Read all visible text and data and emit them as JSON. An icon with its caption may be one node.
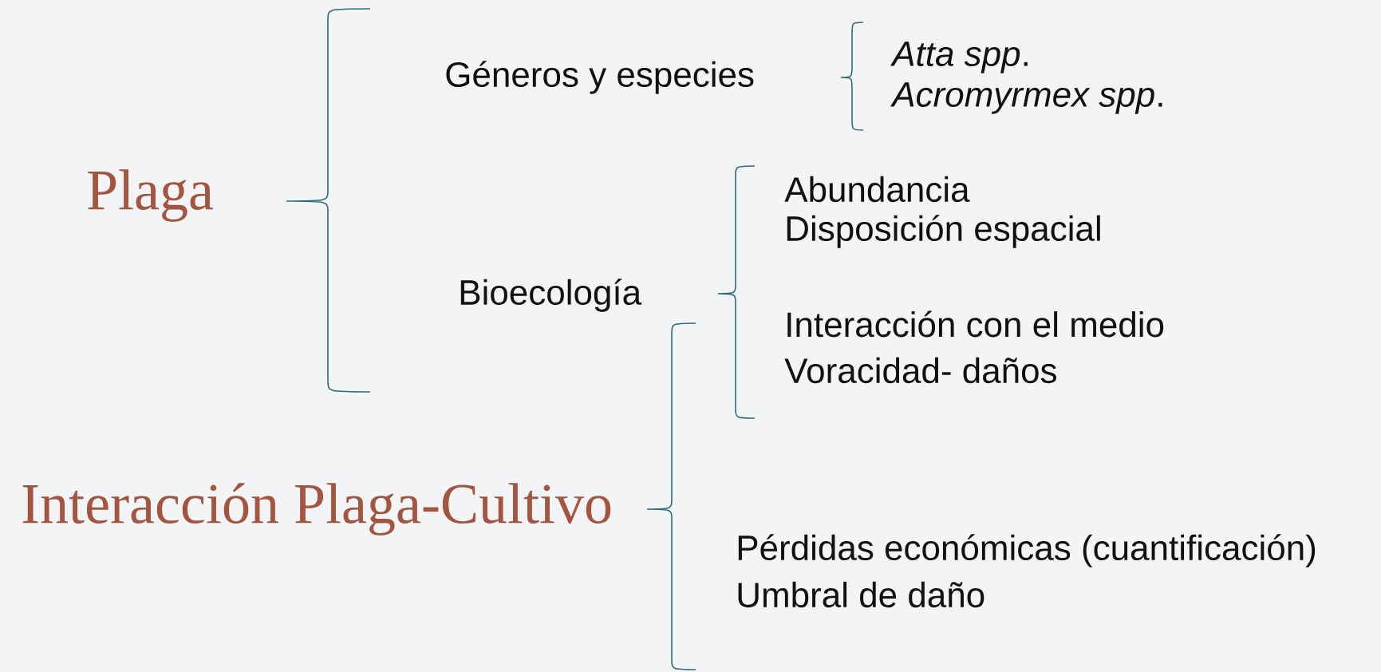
{
  "diagram": {
    "labels": [
      "Géneros y especies",
      "*Atta spp*.",
      "*Acromyrmex spp*.",
      "Plaga",
      "Abundancia",
      "Disposición espacial",
      "Bioecología",
      "Interacción con el medio",
      "Voracidad- daños",
      "Interacción Plaga-Cultivo",
      "Pérdidas económicas (cuantificación)",
      "Umbral de daño"
    ]
  }
}
